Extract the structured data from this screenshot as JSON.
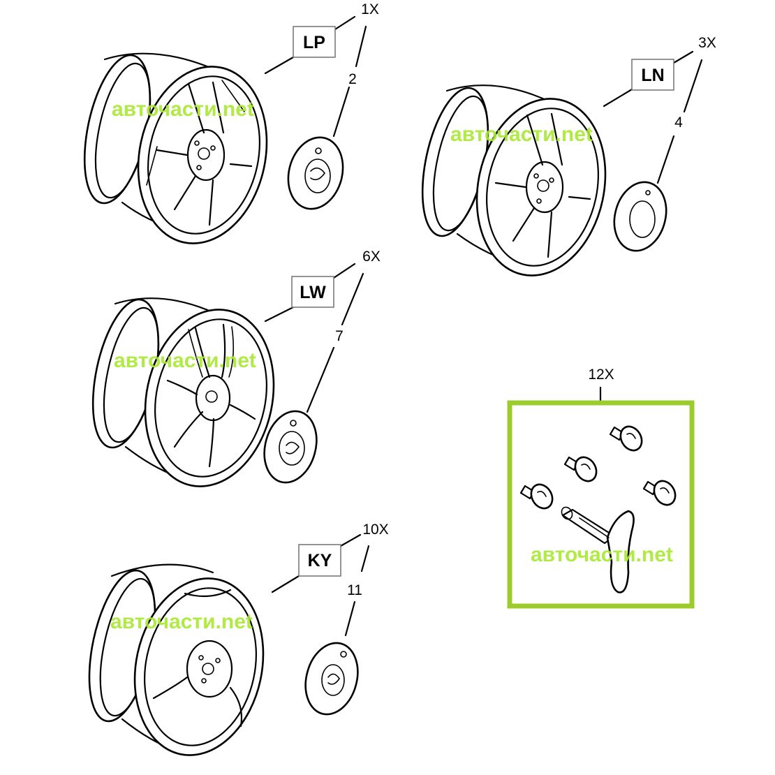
{
  "watermark": "авточасти.net",
  "colors": {
    "watermark": "#a8e830",
    "kit_border": "#9ccc2c"
  },
  "groups": [
    {
      "code": "LP",
      "qty": "1X",
      "cap_number": "2"
    },
    {
      "code": "LN",
      "qty": "3X",
      "cap_number": "4"
    },
    {
      "code": "LW",
      "qty": "6X",
      "cap_number": "7"
    },
    {
      "code": "KY",
      "qty": "10X",
      "cap_number": "11"
    }
  ],
  "lock_kit": {
    "qty": "12X"
  }
}
